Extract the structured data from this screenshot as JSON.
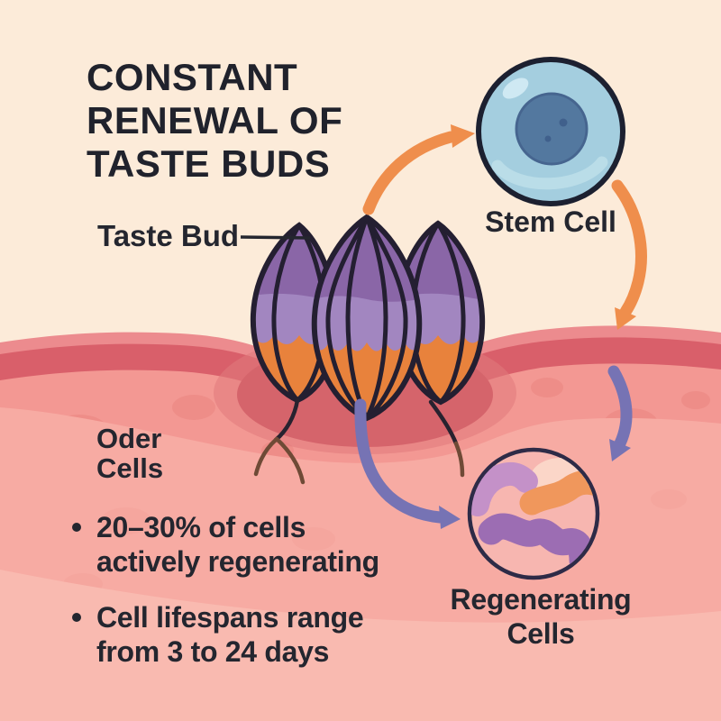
{
  "palette": {
    "background_cream": "#fcebd9",
    "title_dark": "#20222c",
    "text_dark": "#24262f",
    "tissue_surface_light": "#ec8b8e",
    "tissue_surface_dark": "#d95f6a",
    "tissue_mid_pink": "#f39893",
    "tissue_light_pink": "#f7aba3",
    "tissue_lightest_pink": "#f9bab0",
    "tissue_blob_dark": "#ec8a84",
    "tissue_blob_soft": "#f4a39b",
    "bulb_shadow_red": "#d5646b",
    "bulb_purple": "#8a66a7",
    "bulb_purple_light": "#a286c0",
    "bulb_orange": "#e8823c",
    "outline_dark": "#241f31",
    "nerve_dark": "#28222f",
    "nerve_brown": "#6f4a36",
    "arrow_orange": "#ef8e4c",
    "arrow_purple": "#7673b4",
    "stem_cell_blue": "#a4cedf",
    "stem_cell_rim_light": "#bcdfe9",
    "stem_cell_highlight": "#cfe9f3",
    "stem_cell_nucleus": "#53789f",
    "stem_cell_nucleus_rim": "#46658f",
    "stem_cell_dot": "#40608c",
    "regen_fill_pink": "#f7b6b0",
    "regen_patch_cream": "#fbd6c8",
    "regen_outline": "#2e2b47",
    "regen_blob_light_purple": "#c491c8",
    "regen_blob_orange": "#f0975c",
    "regen_blob_purple": "#9c6db3"
  },
  "title": {
    "lines": [
      "CONSTANT",
      "RENEWAL OF",
      "TASTE BUDS"
    ]
  },
  "labels": {
    "taste_bud": "Taste Bud",
    "stem_cell": "Stem Cell",
    "older_cells": {
      "lines": [
        "Oder",
        "Cells"
      ]
    },
    "regenerating_cells": {
      "lines": [
        "Regenerating",
        "Cells"
      ]
    }
  },
  "bullets": [
    {
      "lines": [
        "20–30% of cells",
        "actively regenerating"
      ]
    },
    {
      "lines": [
        "Cell lifespans range",
        "from 3 to 24 days"
      ]
    }
  ],
  "icons": {
    "stem_cell": "stem-cell-icon",
    "taste_bud": "taste-bud-icon",
    "regenerating_cells": "regenerating-cells-icon",
    "arrow_taste_bud_to_stem_cell": "orange-curved-arrow",
    "arrow_stem_cell_to_tissue": "orange-curved-arrow",
    "arrow_into_tissue": "purple-curved-arrow",
    "arrow_taste_bud_to_regenerating_cells": "purple-curved-arrow"
  }
}
